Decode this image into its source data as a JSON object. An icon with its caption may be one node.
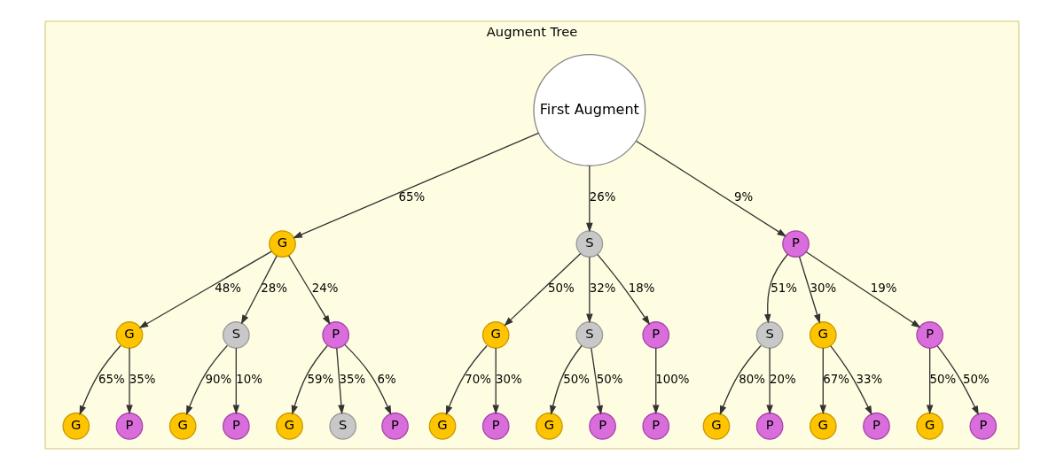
{
  "diagram": {
    "nodes": [
      {
        "text": [
          "Augment Tree"
        ]
      },
      {
        "text": [
          "First Augment"
        ],
        "in": 0
      },
      {
        "text": [
          "G"
        ],
        "in": 0
      },
      {
        "text": [
          "S"
        ],
        "in": 0
      },
      {
        "text": [
          "P"
        ],
        "in": 0
      },
      {
        "text": [
          "G"
        ],
        "in": 0
      },
      {
        "text": [
          "S"
        ],
        "in": 0
      },
      {
        "text": [
          "P"
        ],
        "in": 0
      },
      {
        "text": [
          "G"
        ],
        "in": 0
      },
      {
        "text": [
          "S"
        ],
        "in": 0
      },
      {
        "text": [
          "P"
        ],
        "in": 0
      },
      {
        "text": [
          "S"
        ],
        "in": 0
      },
      {
        "text": [
          "G"
        ],
        "in": 0
      },
      {
        "text": [
          "P"
        ],
        "in": 0
      },
      {
        "text": [
          "G"
        ],
        "in": 0
      },
      {
        "text": [
          "P"
        ],
        "in": 0
      },
      {
        "text": [
          "G"
        ],
        "in": 0
      },
      {
        "text": [
          "P"
        ],
        "in": 0
      },
      {
        "text": [
          "G"
        ],
        "in": 0
      },
      {
        "text": [
          "S"
        ],
        "in": 0
      },
      {
        "text": [
          "P"
        ],
        "in": 0
      },
      {
        "text": [
          "G"
        ],
        "in": 0
      },
      {
        "text": [
          "P"
        ],
        "in": 0
      },
      {
        "text": [
          "G"
        ],
        "in": 0
      },
      {
        "text": [
          "P"
        ],
        "in": 0
      },
      {
        "text": [
          "P"
        ],
        "in": 0
      },
      {
        "text": [
          "G"
        ],
        "in": 0
      },
      {
        "text": [
          "P"
        ],
        "in": 0
      },
      {
        "text": [
          "G"
        ],
        "in": 0
      },
      {
        "text": [
          "P"
        ],
        "in": 0
      },
      {
        "text": [
          "G"
        ],
        "in": 0
      },
      {
        "text": [
          "P"
        ],
        "in": 0
      }
    ],
    "edges": [
      {
        "from": 1,
        "to": 2,
        "arrow": "to",
        "label": "65%"
      },
      {
        "from": 1,
        "to": 3,
        "arrow": "to",
        "label": "26%"
      },
      {
        "from": 1,
        "to": 4,
        "arrow": "to",
        "label": "9%"
      },
      {
        "from": 2,
        "to": 5,
        "arrow": "to",
        "label": "48%"
      },
      {
        "from": 2,
        "to": 6,
        "arrow": "to",
        "label": "28%"
      },
      {
        "from": 2,
        "to": 7,
        "arrow": "to",
        "label": "24%"
      },
      {
        "from": 3,
        "to": 8,
        "arrow": "to",
        "label": "50%"
      },
      {
        "from": 3,
        "to": 9,
        "arrow": "to",
        "label": "32%"
      },
      {
        "from": 3,
        "to": 10,
        "arrow": "to",
        "label": "18%"
      },
      {
        "from": 4,
        "to": 11,
        "arrow": "to",
        "label": "51%"
      },
      {
        "from": 4,
        "to": 12,
        "arrow": "to",
        "label": "30%"
      },
      {
        "from": 4,
        "to": 13,
        "arrow": "to",
        "label": "19%"
      },
      {
        "from": 5,
        "to": 14,
        "arrow": "to",
        "label": "65%"
      },
      {
        "from": 5,
        "to": 15,
        "arrow": "to",
        "label": "35%"
      },
      {
        "from": 6,
        "to": 16,
        "arrow": "to",
        "label": "90%"
      },
      {
        "from": 6,
        "to": 17,
        "arrow": "to",
        "label": "10%"
      },
      {
        "from": 7,
        "to": 18,
        "arrow": "to",
        "label": "59%"
      },
      {
        "from": 7,
        "to": 19,
        "arrow": "to",
        "label": "35%"
      },
      {
        "from": 7,
        "to": 20,
        "arrow": "to",
        "label": "6%"
      },
      {
        "from": 8,
        "to": 21,
        "arrow": "to",
        "label": "70%"
      },
      {
        "from": 8,
        "to": 22,
        "arrow": "to",
        "label": "30%"
      },
      {
        "from": 9,
        "to": 23,
        "arrow": "to",
        "label": "50%"
      },
      {
        "from": 9,
        "to": 24,
        "arrow": "to",
        "label": "50%"
      },
      {
        "from": 10,
        "to": 25,
        "arrow": "to",
        "label": "100%"
      },
      {
        "from": 11,
        "to": 26,
        "arrow": "to",
        "label": "80%"
      },
      {
        "from": 11,
        "to": 27,
        "arrow": "to",
        "label": "20%"
      },
      {
        "from": 12,
        "to": 28,
        "arrow": "to",
        "label": "67%"
      },
      {
        "from": 12,
        "to": 29,
        "arrow": "to",
        "label": "33%"
      },
      {
        "from": 13,
        "to": 30,
        "arrow": "to",
        "label": "50%"
      },
      {
        "from": 13,
        "to": 31,
        "arrow": "to",
        "label": "50%"
      }
    ]
  }
}
